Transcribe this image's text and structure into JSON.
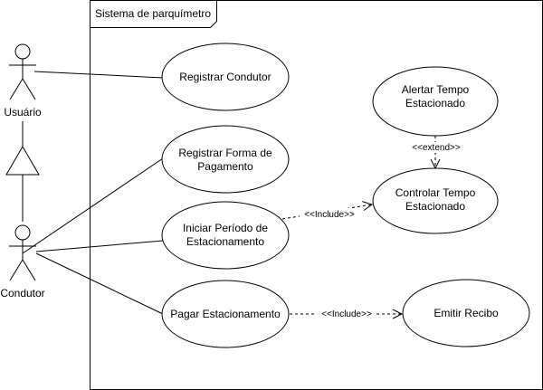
{
  "diagram": {
    "system": {
      "name": "Sistema de parquímetro"
    },
    "actors": {
      "usuario": {
        "label": "Usuário"
      },
      "condutor": {
        "label": "Condutor"
      }
    },
    "use_cases": {
      "registrar_condutor": {
        "line1": "Registrar Condutor",
        "line2": ""
      },
      "registrar_forma": {
        "line1": "Registrar Forma de",
        "line2": "Pagamento"
      },
      "iniciar_periodo": {
        "line1": "Iniciar Período de",
        "line2": "Estacionamento"
      },
      "pagar": {
        "line1": "Pagar Estacionamento",
        "line2": ""
      },
      "alertar": {
        "line1": "Alertar Tempo",
        "line2": "Estacionado"
      },
      "controlar": {
        "line1": "Controlar Tempo",
        "line2": "Estacionado"
      },
      "emitir": {
        "line1": "Emitir Recibo",
        "line2": ""
      }
    },
    "relations": {
      "extend_label": "<<extend>>",
      "include_label_1": "<<Include>>",
      "include_label_2": "<<Include>>"
    },
    "colors": {
      "stroke": "#000000",
      "fill": "#ffffff"
    }
  }
}
